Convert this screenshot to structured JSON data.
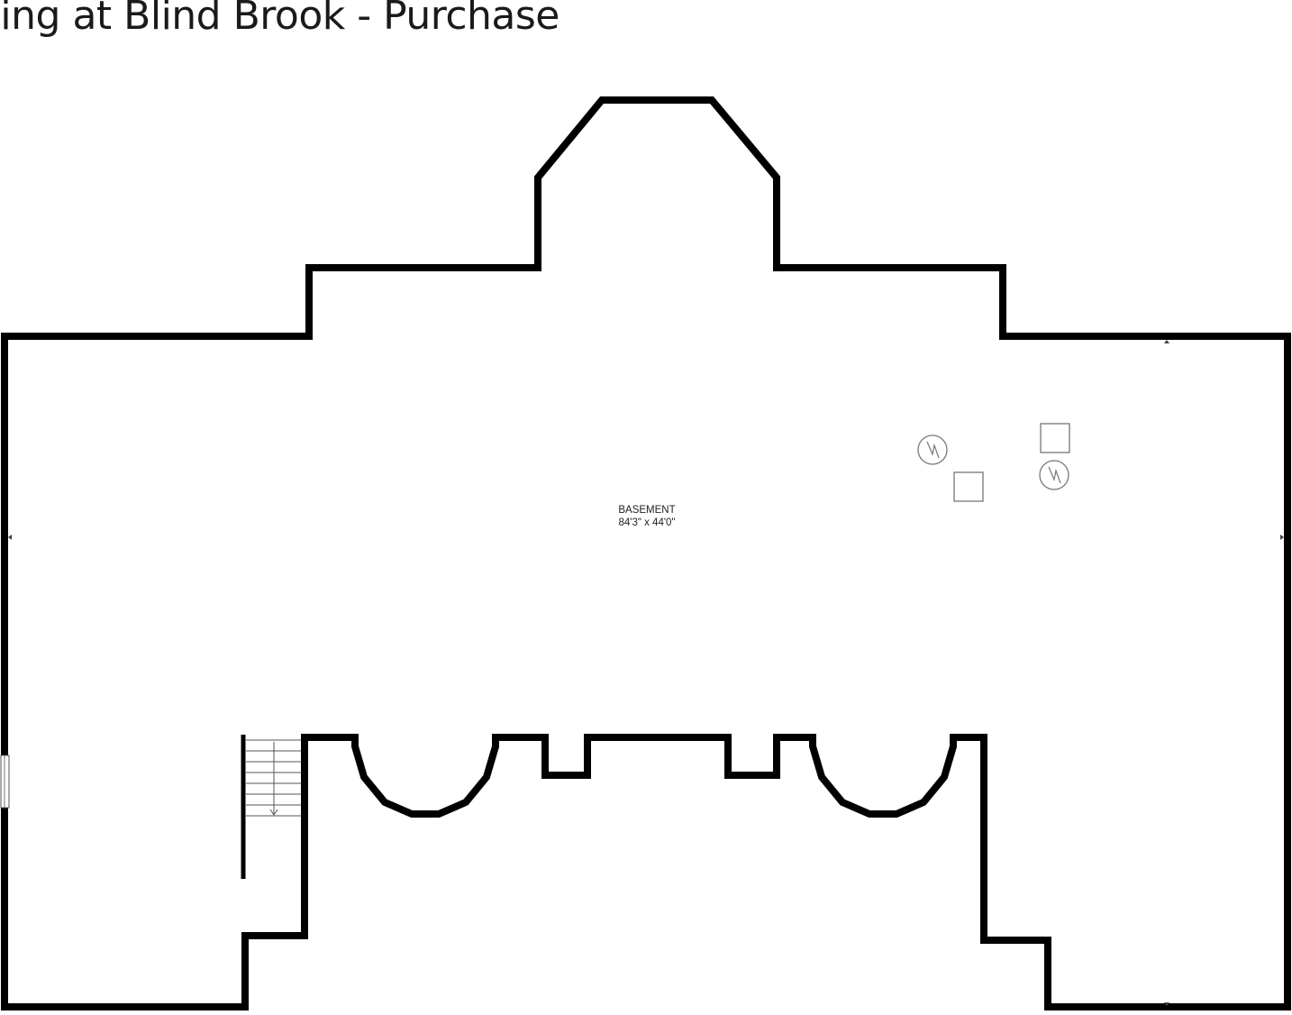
{
  "title": "sing at Blind Brook - Purchase",
  "room": {
    "name": "BASEMENT",
    "dimensions": "84'3\" x 44'0\""
  },
  "colors": {
    "wall": "#000000",
    "fixture": "#777777",
    "background": "#ffffff"
  },
  "fixtures": [
    {
      "type": "water-heater-icon"
    },
    {
      "type": "water-heater-icon"
    },
    {
      "type": "square-fixture-icon"
    },
    {
      "type": "square-fixture-icon"
    }
  ]
}
